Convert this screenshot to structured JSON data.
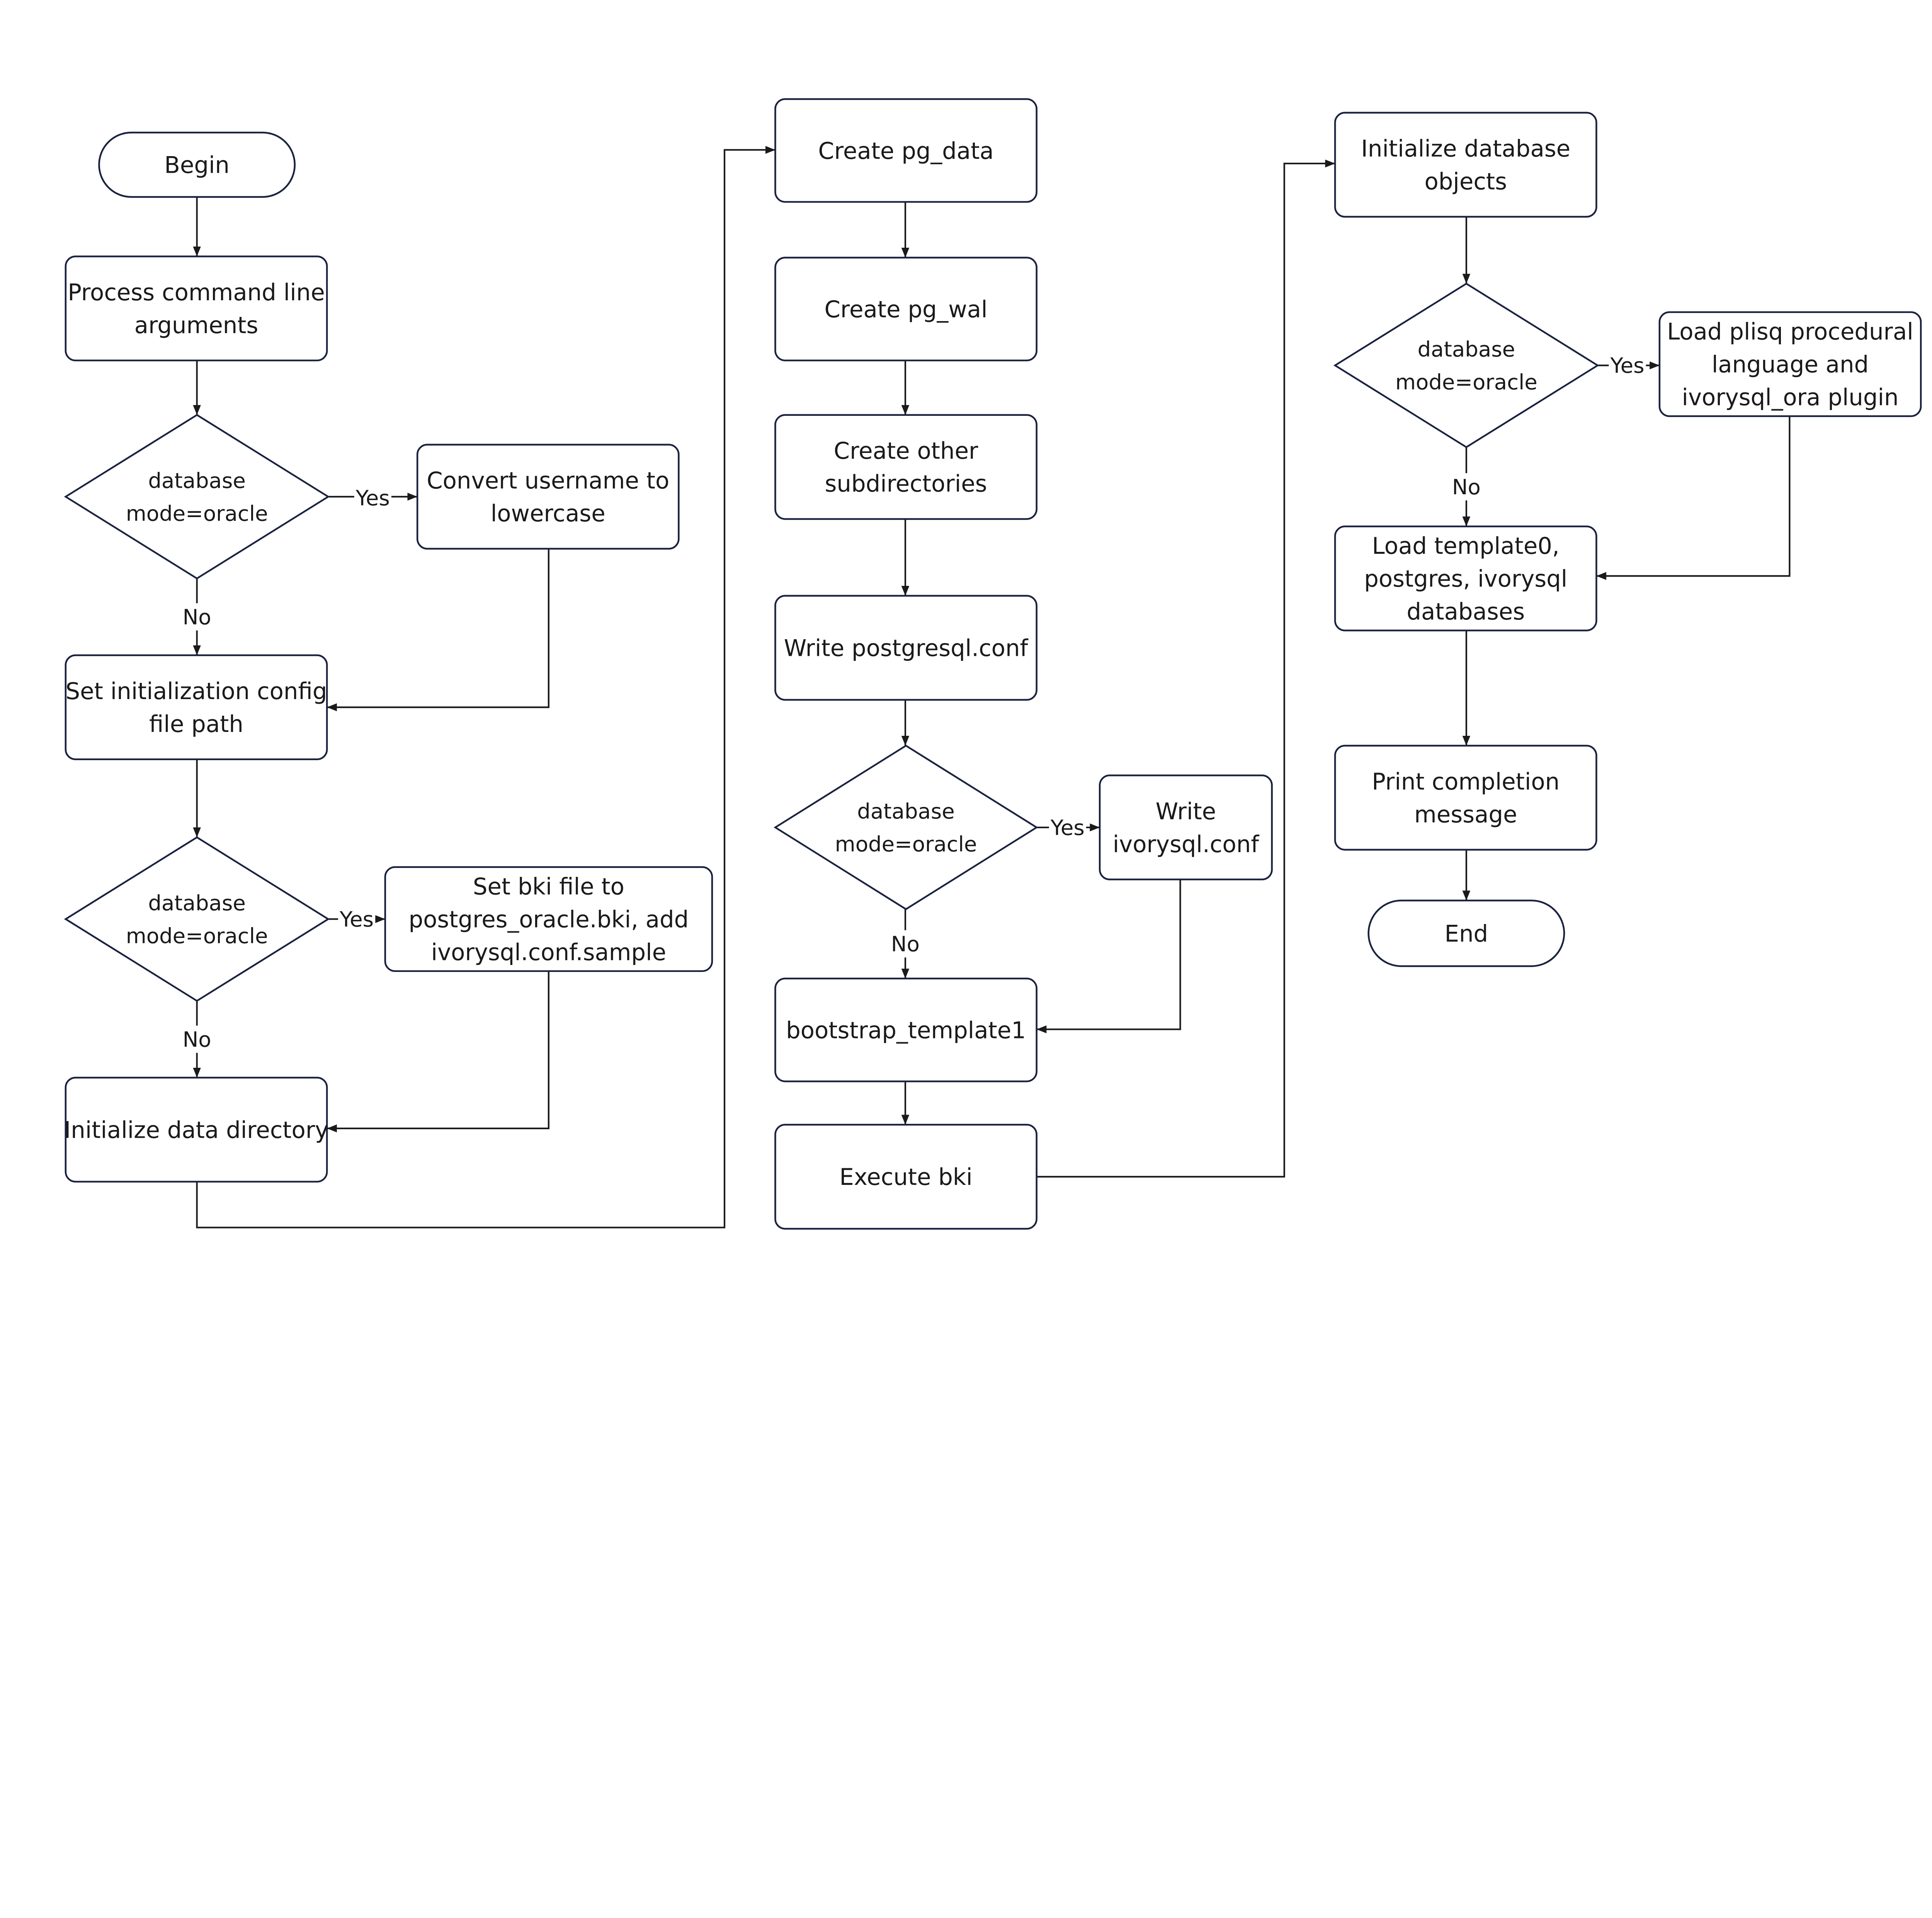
{
  "colors": {
    "node_border": "#1a2240",
    "arrow": "#1a1a1a",
    "text": "#1a1a1a",
    "background": "#ffffff"
  },
  "nodes": [
    {
      "id": "begin",
      "shape": "terminator",
      "lines": [
        "Begin"
      ]
    },
    {
      "id": "process-args",
      "shape": "process",
      "lines": [
        "Process command line",
        "arguments"
      ]
    },
    {
      "id": "decision-1",
      "shape": "decision",
      "lines": [
        "database",
        "mode=oracle"
      ]
    },
    {
      "id": "convert-username",
      "shape": "process",
      "lines": [
        "Convert username to",
        "lowercase"
      ]
    },
    {
      "id": "set-config-path",
      "shape": "process",
      "lines": [
        "Set initialization config",
        "file path"
      ]
    },
    {
      "id": "decision-2",
      "shape": "decision",
      "lines": [
        "database",
        "mode=oracle"
      ]
    },
    {
      "id": "set-bki",
      "shape": "process",
      "lines": [
        "Set bki file to",
        "postgres_oracle.bki, add",
        "ivorysql.conf.sample"
      ]
    },
    {
      "id": "init-data-dir",
      "shape": "process",
      "lines": [
        "Initialize data directory"
      ]
    },
    {
      "id": "create-pg-data",
      "shape": "process",
      "lines": [
        "Create pg_data"
      ]
    },
    {
      "id": "create-pg-wal",
      "shape": "process",
      "lines": [
        "Create pg_wal"
      ]
    },
    {
      "id": "create-subdirs",
      "shape": "process",
      "lines": [
        "Create other",
        "subdirectories"
      ]
    },
    {
      "id": "write-postgresql-conf",
      "shape": "process",
      "lines": [
        "Write postgresql.conf"
      ]
    },
    {
      "id": "decision-3",
      "shape": "decision",
      "lines": [
        "database",
        "mode=oracle"
      ]
    },
    {
      "id": "write-ivorysql-conf",
      "shape": "process",
      "lines": [
        "Write",
        "ivorysql.conf"
      ]
    },
    {
      "id": "bootstrap-template1",
      "shape": "process",
      "lines": [
        "bootstrap_template1"
      ]
    },
    {
      "id": "execute-bki",
      "shape": "process",
      "lines": [
        "Execute bki"
      ]
    },
    {
      "id": "init-db-objects",
      "shape": "process",
      "lines": [
        "Initialize database",
        "objects"
      ]
    },
    {
      "id": "decision-4",
      "shape": "decision",
      "lines": [
        "database",
        "mode=oracle"
      ]
    },
    {
      "id": "load-plisql",
      "shape": "process",
      "lines": [
        "Load plisq procedural",
        "language and",
        "ivorysql_ora plugin"
      ]
    },
    {
      "id": "load-template0",
      "shape": "process",
      "lines": [
        "Load template0,",
        "postgres, ivorysql",
        "databases"
      ]
    },
    {
      "id": "print-completion",
      "shape": "process",
      "lines": [
        "Print completion",
        "message"
      ]
    },
    {
      "id": "end",
      "shape": "terminator",
      "lines": [
        "End"
      ]
    }
  ],
  "edges": [
    {
      "from": "begin",
      "to": "process-args",
      "label": ""
    },
    {
      "from": "process-args",
      "to": "decision-1",
      "label": ""
    },
    {
      "from": "decision-1",
      "to": "convert-username",
      "label": "Yes"
    },
    {
      "from": "decision-1",
      "to": "set-config-path",
      "label": "No"
    },
    {
      "from": "convert-username",
      "to": "set-config-path",
      "label": ""
    },
    {
      "from": "set-config-path",
      "to": "decision-2",
      "label": ""
    },
    {
      "from": "decision-2",
      "to": "set-bki",
      "label": "Yes"
    },
    {
      "from": "decision-2",
      "to": "init-data-dir",
      "label": "No"
    },
    {
      "from": "set-bki",
      "to": "init-data-dir",
      "label": ""
    },
    {
      "from": "init-data-dir",
      "to": "create-pg-data",
      "label": ""
    },
    {
      "from": "create-pg-data",
      "to": "create-pg-wal",
      "label": ""
    },
    {
      "from": "create-pg-wal",
      "to": "create-subdirs",
      "label": ""
    },
    {
      "from": "create-subdirs",
      "to": "write-postgresql-conf",
      "label": ""
    },
    {
      "from": "write-postgresql-conf",
      "to": "decision-3",
      "label": ""
    },
    {
      "from": "decision-3",
      "to": "write-ivorysql-conf",
      "label": "Yes"
    },
    {
      "from": "decision-3",
      "to": "bootstrap-template1",
      "label": "No"
    },
    {
      "from": "write-ivorysql-conf",
      "to": "bootstrap-template1",
      "label": ""
    },
    {
      "from": "bootstrap-template1",
      "to": "execute-bki",
      "label": ""
    },
    {
      "from": "execute-bki",
      "to": "init-db-objects",
      "label": ""
    },
    {
      "from": "init-db-objects",
      "to": "decision-4",
      "label": ""
    },
    {
      "from": "decision-4",
      "to": "load-plisql",
      "label": "Yes"
    },
    {
      "from": "decision-4",
      "to": "load-template0",
      "label": "No"
    },
    {
      "from": "load-plisql",
      "to": "load-template0",
      "label": ""
    },
    {
      "from": "load-template0",
      "to": "print-completion",
      "label": ""
    },
    {
      "from": "print-completion",
      "to": "end",
      "label": ""
    }
  ]
}
